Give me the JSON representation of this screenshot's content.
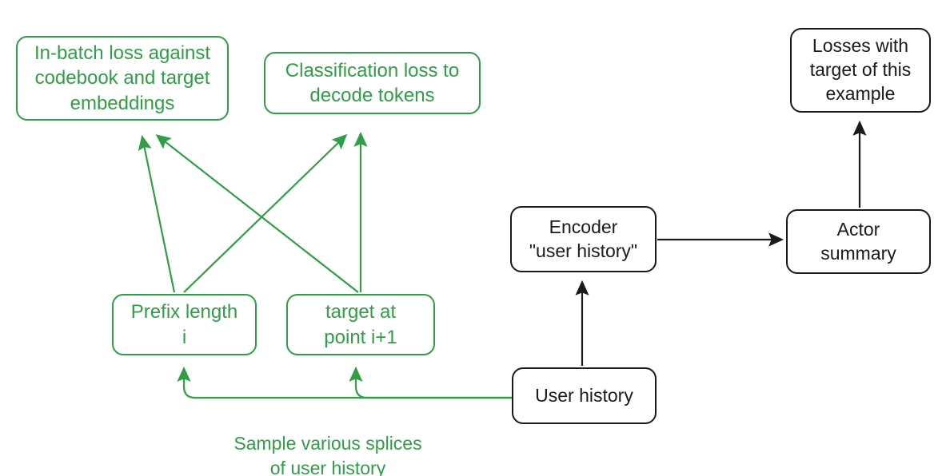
{
  "diagram": {
    "title": "User history encoder training losses diagram",
    "colors": {
      "green": "#2f9e46",
      "black": "#1a1a1a",
      "background": "#ffffff"
    },
    "nodes": [
      {
        "id": "in-batch-loss",
        "label": "In-batch loss against\ncodebook and target\nembeddings",
        "color": "green"
      },
      {
        "id": "classification-loss",
        "label": "Classification loss to\ndecode tokens",
        "color": "green"
      },
      {
        "id": "losses-with-target",
        "label": "Losses with\ntarget of this\nexample",
        "color": "black"
      },
      {
        "id": "encoder",
        "label": "Encoder\n\"user history\"",
        "color": "black"
      },
      {
        "id": "actor-summary",
        "label": "Actor\nsummary",
        "color": "black"
      },
      {
        "id": "prefix-length",
        "label": "Prefix length\ni",
        "color": "green"
      },
      {
        "id": "target-point",
        "label": "target at\npoint i+1",
        "color": "green"
      },
      {
        "id": "user-history",
        "label": "User history",
        "color": "black"
      }
    ],
    "captions": [
      {
        "id": "sample-splices",
        "text": "Sample various splices\nof user history",
        "color": "green"
      }
    ],
    "edges": [
      {
        "id": "prefix-to-in-batch",
        "from": "prefix-length",
        "to": "in-batch-loss",
        "color": "green"
      },
      {
        "id": "prefix-to-classification",
        "from": "prefix-length",
        "to": "classification-loss",
        "color": "green"
      },
      {
        "id": "target-to-in-batch",
        "from": "target-point",
        "to": "in-batch-loss",
        "color": "green"
      },
      {
        "id": "target-to-classification",
        "from": "target-point",
        "to": "classification-loss",
        "color": "green"
      },
      {
        "id": "user-history-to-prefix",
        "from": "user-history",
        "to": "prefix-length",
        "color": "green"
      },
      {
        "id": "user-history-to-target",
        "from": "user-history",
        "to": "target-point",
        "color": "green"
      },
      {
        "id": "user-history-to-encoder",
        "from": "user-history",
        "to": "encoder",
        "color": "black"
      },
      {
        "id": "encoder-to-actor-summary",
        "from": "encoder",
        "to": "actor-summary",
        "color": "black"
      },
      {
        "id": "actor-summary-to-losses",
        "from": "actor-summary",
        "to": "losses-with-target",
        "color": "black"
      }
    ]
  }
}
